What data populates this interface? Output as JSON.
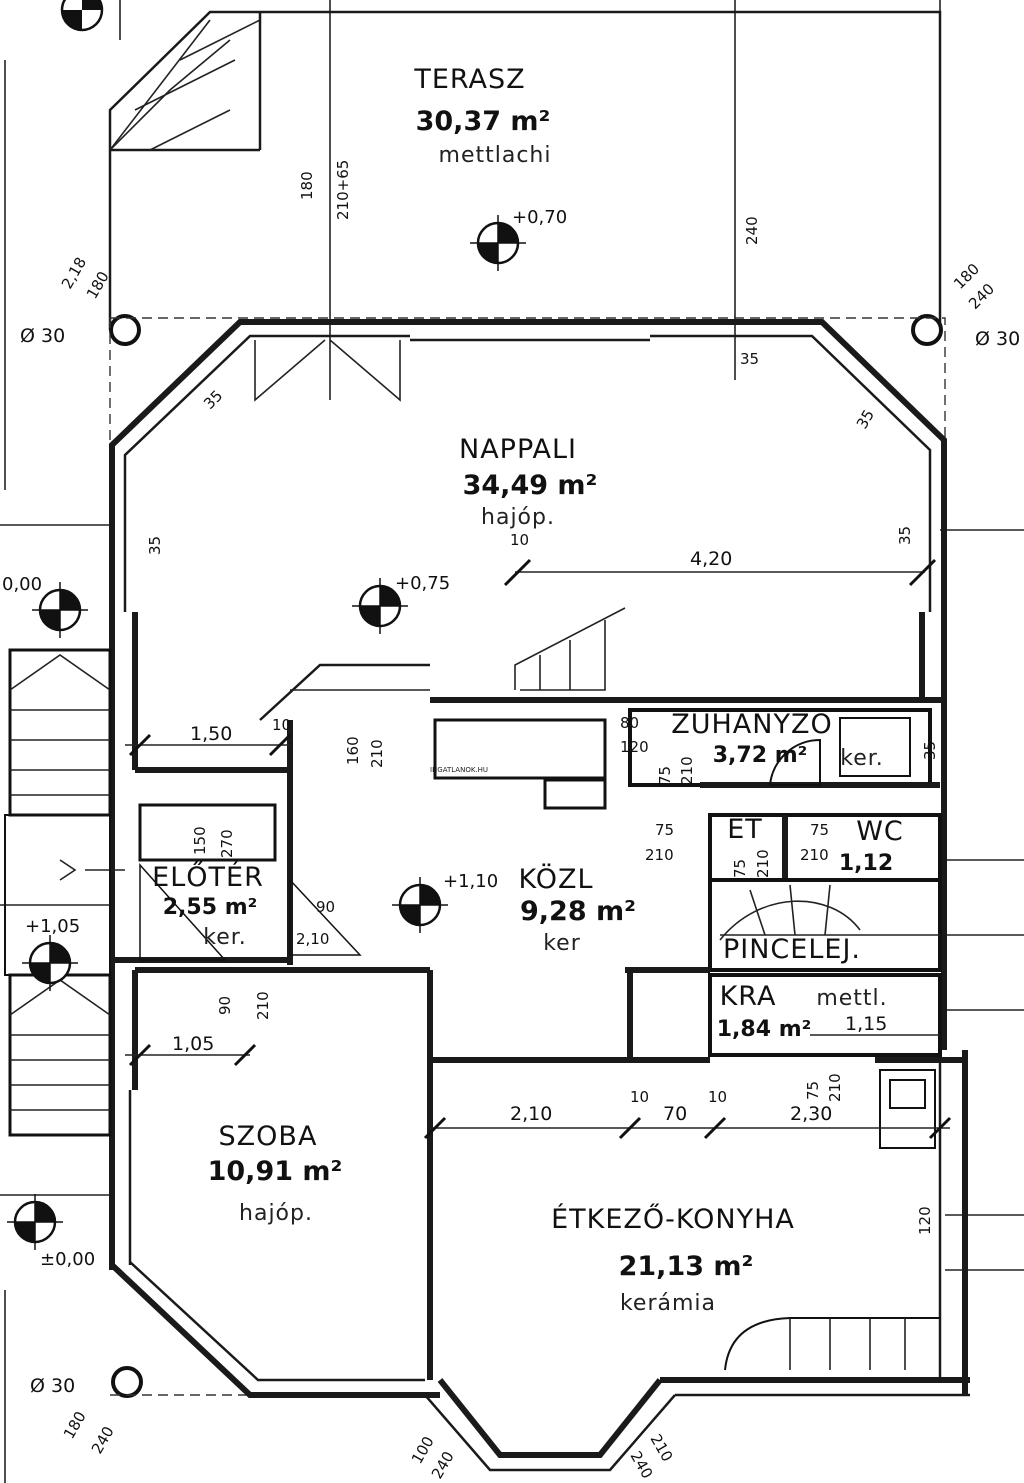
{
  "rooms": {
    "terasz": {
      "name": "TERASZ",
      "area": "30,37 m²",
      "floor": "mettlachi"
    },
    "nappali": {
      "name": "NAPPALI",
      "area": "34,49 m²",
      "floor": "hajóp."
    },
    "zuhanyzo": {
      "name": "ZUHANYZÓ",
      "area": "3,72 m²",
      "floor": "ker."
    },
    "et": {
      "name": "ET"
    },
    "wc": {
      "name": "WC",
      "area": "1,12"
    },
    "eloter": {
      "name": "ELŐTÉR",
      "area": "2,55 m²",
      "floor": "ker."
    },
    "kozl": {
      "name": "KÖZL",
      "area": "9,28 m²",
      "floor": "ker"
    },
    "pince": {
      "name": "PINCELEJ."
    },
    "kra": {
      "name": "KRA",
      "area": "1,84 m²",
      "floor": "mettl."
    },
    "szoba": {
      "name": "SZOBA",
      "area": "10,91 m²",
      "floor": "hajóp."
    },
    "etkezo": {
      "name": "ÉTKEZŐ-KONYHA",
      "area": "21,13 m²",
      "floor": "kerámia"
    }
  },
  "levels": {
    "terasz": "+0,70",
    "nappali": "+0,75",
    "kozl": "+1,10",
    "left_top": "0,00",
    "left_mid": "+1,05",
    "left_bottom": "±0,00"
  },
  "dimensions": {
    "d_420": "4,20",
    "d_150": "1,50",
    "d_105": "1,05",
    "d_210a": "2,10",
    "d_70": "70",
    "d_230": "2,30",
    "d_115": "1,15",
    "d_10a": "10",
    "d_10b": "10",
    "d_10c": "10",
    "d_10d": "10",
    "d_90a": "90",
    "d_90b": "90",
    "d_210b": "210",
    "d_210c": "210",
    "d_210d": "2,10",
    "d_180_240_tl": "180",
    "d_210_65": "210+65",
    "d_180_t": "180",
    "d_240_t": "240",
    "d_180_240_tr": "180",
    "d_240_tr": "240",
    "d_35a": "35",
    "d_35b": "35",
    "d_35c": "35",
    "d_35d": "35",
    "d_35e": "35",
    "d_35f": "35",
    "d_160": "160",
    "d_210e": "210",
    "d_150b": "150",
    "d_270": "270",
    "d_80": "80",
    "d_120": "120",
    "d_75a": "75",
    "d_210f": "210",
    "d_75b": "75",
    "d_210g": "210",
    "d_75c": "75",
    "d_210h": "210",
    "d_75d": "75",
    "d_210i": "210",
    "d_120b": "120",
    "d_75e": "75",
    "d_210j": "210",
    "d_100": "100",
    "d_240a": "240",
    "d_240b": "240",
    "d_180b": "180",
    "d_240c": "240",
    "d_ø30a": "Ø 30",
    "d_ø30b": "Ø 30",
    "d_ø30c": "Ø 30",
    "d_218": "2,18",
    "d_180c": "180"
  },
  "watermark": "INGATLANOK.HU"
}
